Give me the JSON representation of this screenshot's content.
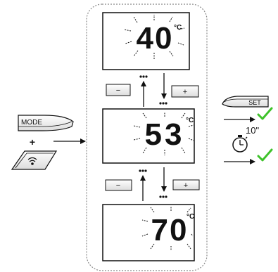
{
  "displays": [
    {
      "value": "40",
      "unit": "°C"
    },
    {
      "value": "53",
      "unit": "°C"
    },
    {
      "value": "70",
      "unit": "°C"
    }
  ],
  "buttons": {
    "minus": "−",
    "plus": "+",
    "mode": "MODE",
    "set": "SET",
    "combine": "+"
  },
  "timer": {
    "label": "10\""
  },
  "colors": {
    "check": "#3ec22a",
    "frame": "#888888",
    "line": "#111111"
  }
}
